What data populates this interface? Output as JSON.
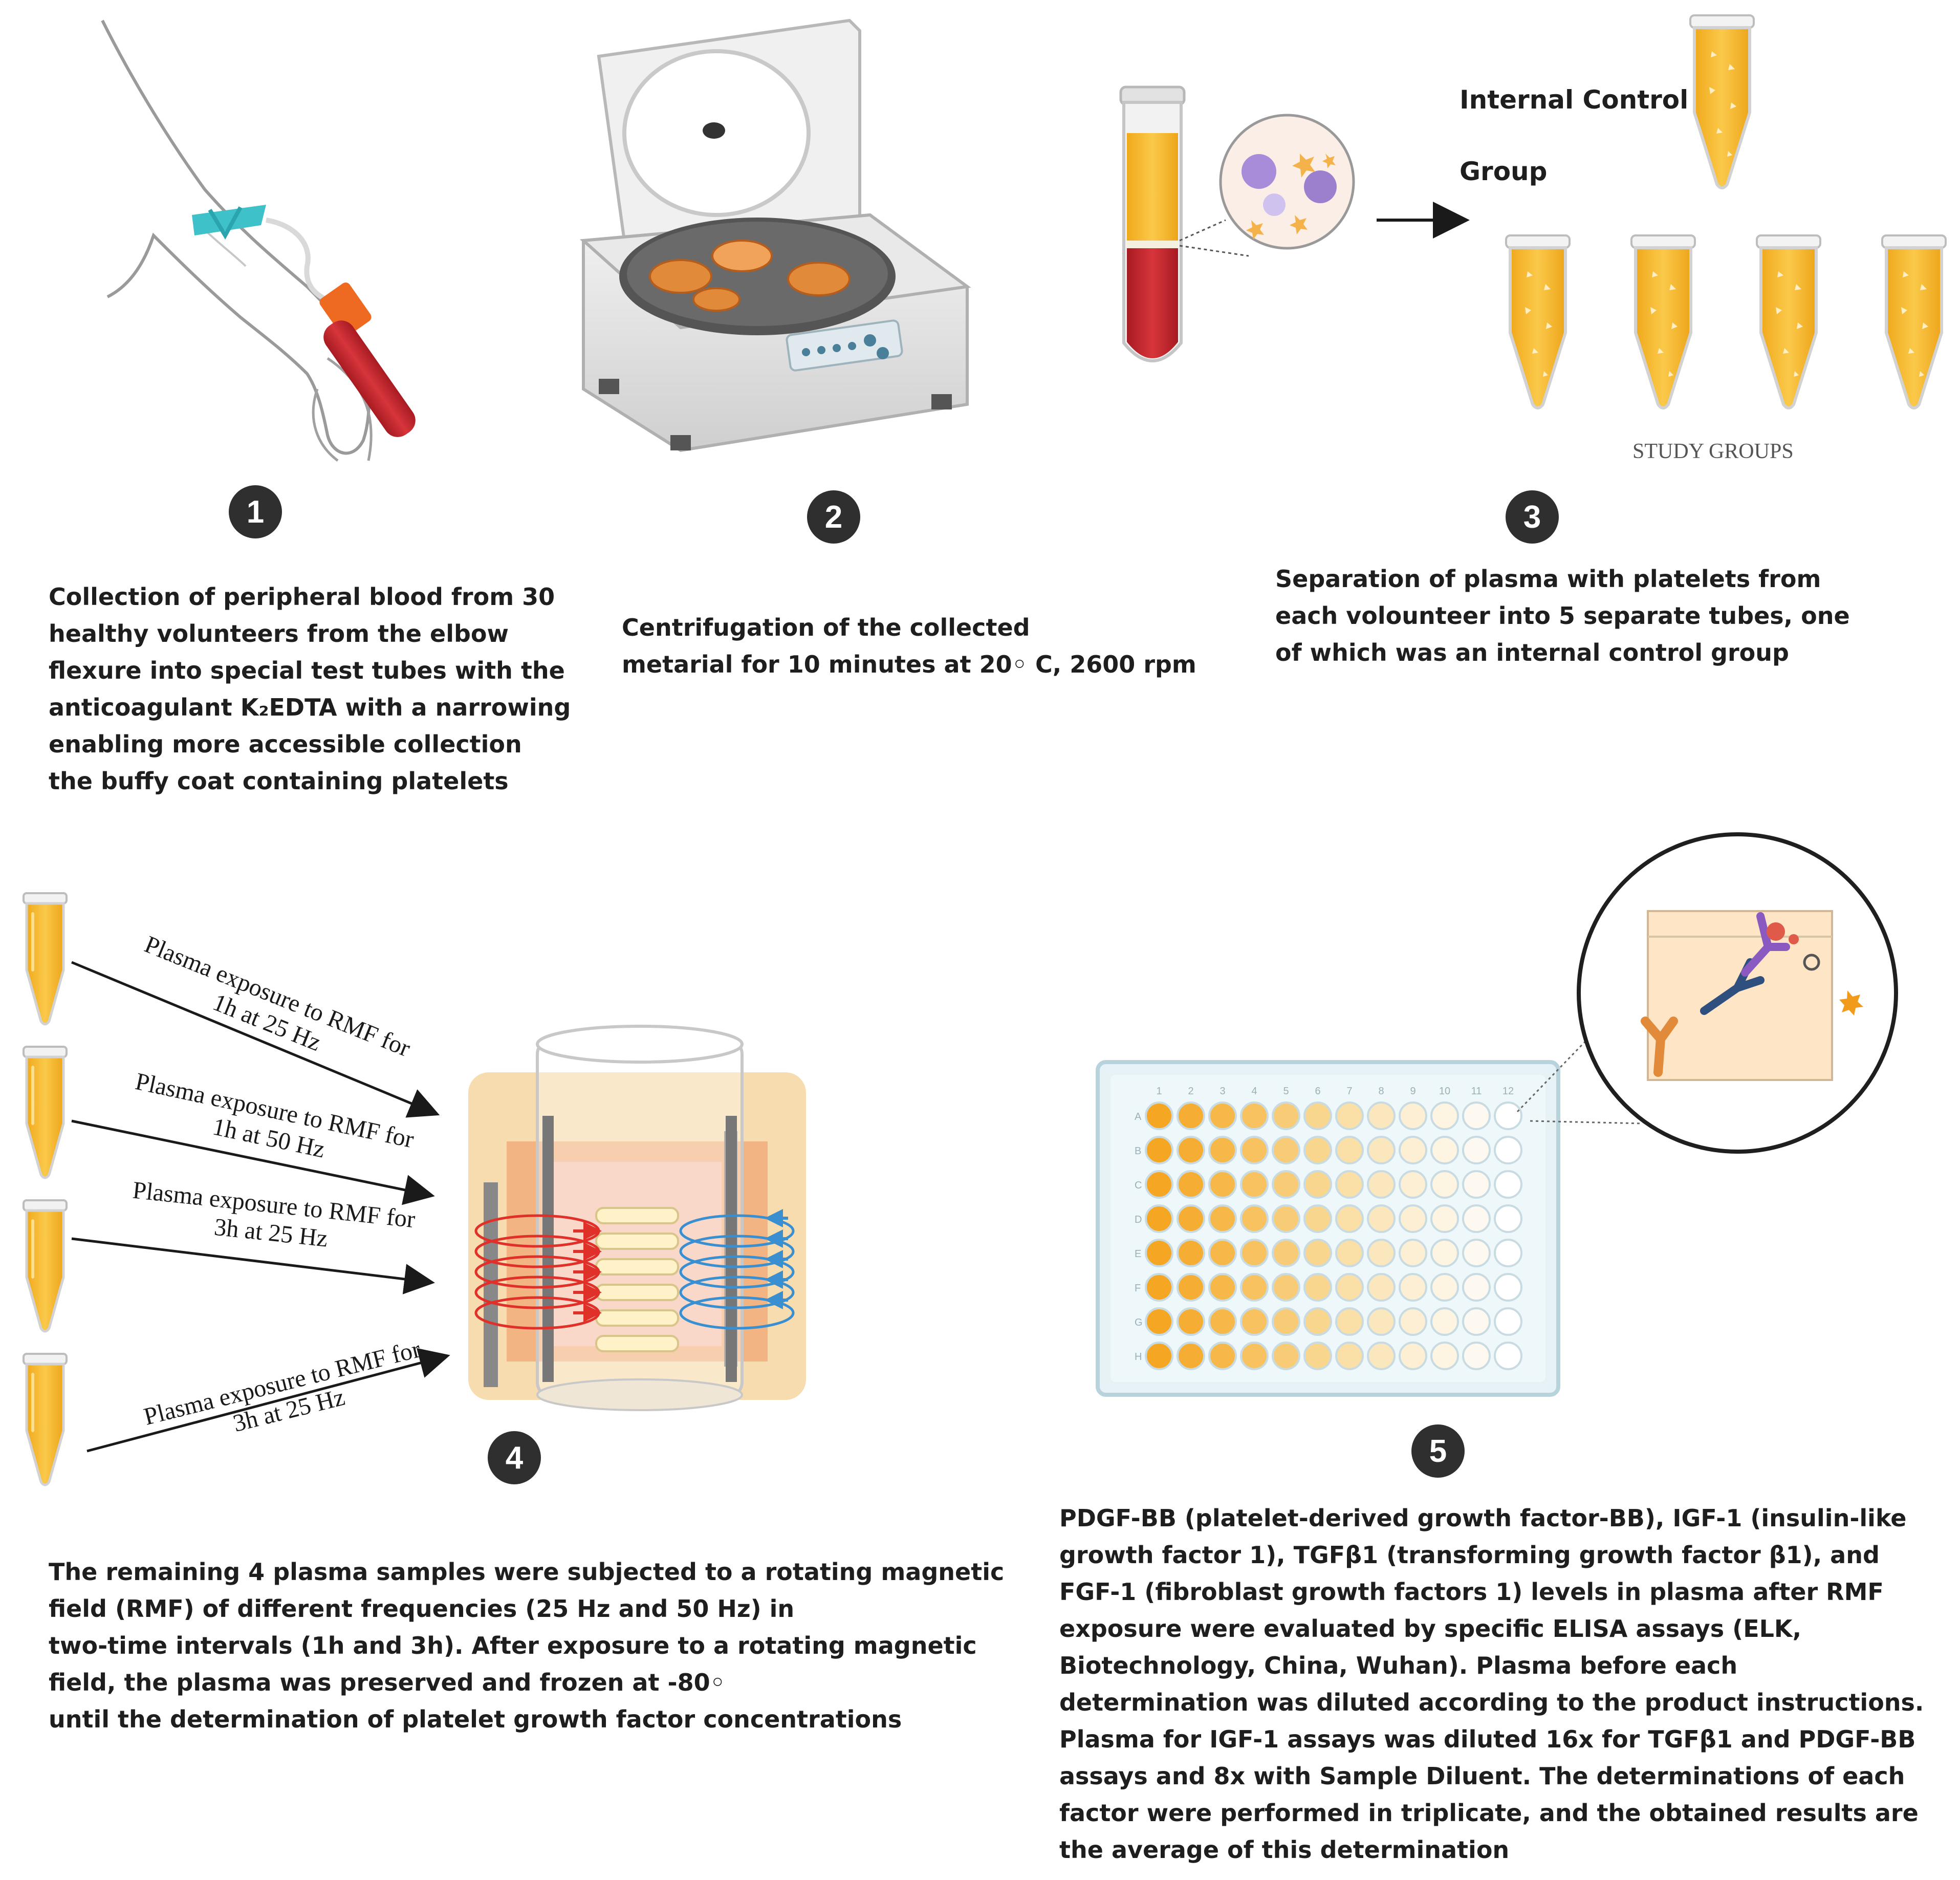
{
  "steps": [
    {
      "number": "1",
      "caption": "Collection of peripheral blood from 30\nhealthy volunteers from the elbow\nflexure into special test tubes with the\nanticoagulant K₂EDTA with a narrowing\nenabling more accessible collection\nthe buffy coat containing platelets"
    },
    {
      "number": "2",
      "caption": "Centrifugation of the collected\nmetarial for 10 minutes at 20◦ C, 2600 rpm"
    },
    {
      "number": "3",
      "caption": "Separation of plasma with platelets from\neach  volounteer into 5 separate tubes, one\nof which was an internal control group"
    },
    {
      "number": "4",
      "caption": "The remaining 4 plasma samples were subjected to a rotating magnetic\nfield (RMF) of different frequencies (25 Hz and 50 Hz) in\ntwo-time  intervals  (1h  and  3h).  After  exposure  to  a  rotating  magnetic\nfield, the plasma was preserved and frozen at -80◦\nuntil the determination of platelet growth factor concentrations"
    },
    {
      "number": "5",
      "caption": "PDGF-BB (platelet-derived growth factor-BB), IGF-1 (insulin-like\ngrowth factor 1), TGFβ1 (transforming growth factor β1), and\nFGF-1 (fibroblast growth factors 1) levels in plasma after RMF\nexposure were evaluated by specific ELISA assays (ELK,\nBiotechnology, China, Wuhan). Plasma before each\ndetermination was diluted according to the product instructions.\nPlasma for IGF-1 assays was diluted 16x for TGFβ1 and PDGF-BB\nassays and 8x with Sample Diluent. The determinations of each\nfactor were performed in triplicate, and the obtained results are\nthe average of this determination"
    }
  ],
  "labels": {
    "internal_control_line1": "Internal Control",
    "internal_control_line2": "Group",
    "study_groups": "STUDY GROUPS"
  },
  "exposures": [
    {
      "line1": "Plasma exposure to RMF for",
      "line2": "1h at 25 Hz"
    },
    {
      "line1": "Plasma exposure to RMF for",
      "line2": "1h at 50 Hz"
    },
    {
      "line1": "Plasma exposure to RMF for",
      "line2": "3h at 25 Hz"
    },
    {
      "line1": "Plasma exposure to RMF for",
      "line2": "3h at 25 Hz"
    }
  ],
  "plate": {
    "columns": [
      "1",
      "2",
      "3",
      "4",
      "5",
      "6",
      "7",
      "8",
      "9",
      "10",
      "11",
      "12"
    ],
    "rows": [
      "A",
      "B",
      "C",
      "D",
      "E",
      "F",
      "G",
      "H"
    ]
  },
  "colors": {
    "plasma": "#f5b82e",
    "blood": "#c8242c",
    "badge": "#2f2f2f",
    "arrow": "#1a1a1a",
    "coil_red": "#e0302a",
    "coil_blue": "#3a8fd0"
  }
}
